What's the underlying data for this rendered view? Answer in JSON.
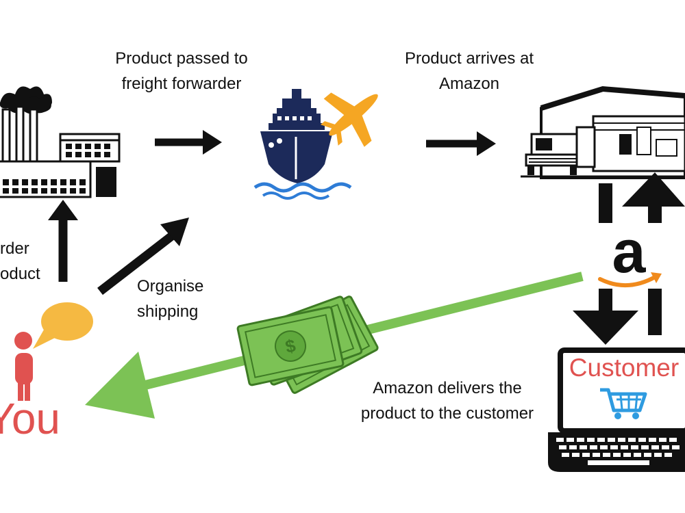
{
  "labels": {
    "passed_line1": "Product passed to",
    "passed_line2": "freight forwarder",
    "arrives_line1": "Product arrives at",
    "arrives_line2": "Amazon",
    "order_line1": "rder",
    "order_line2": "oduct",
    "organise_line1": "Organise",
    "organise_line2": "shipping",
    "delivers_line1": "Amazon delivers the",
    "delivers_line2": "product to the customer"
  },
  "nodes": {
    "you": "You",
    "customer": "Customer",
    "amazon_logo_letter": "a"
  },
  "icons": [
    "factory-icon",
    "ship-icon",
    "airplane-icon",
    "warehouse-icon",
    "person-icon",
    "speech-bubble-icon",
    "amazon-logo-icon",
    "laptop-icon",
    "shopping-cart-icon",
    "money-icon"
  ],
  "colors": {
    "text": "#111111",
    "arrow": "#111111",
    "accent_red": "#e05250",
    "money_green": "#7cc255",
    "ship_navy": "#1c2a5a",
    "plane_orange": "#f5a623",
    "bubble_yellow": "#f5b942",
    "cart_blue": "#2e9be0",
    "amazon_orange": "#f08a1c"
  }
}
